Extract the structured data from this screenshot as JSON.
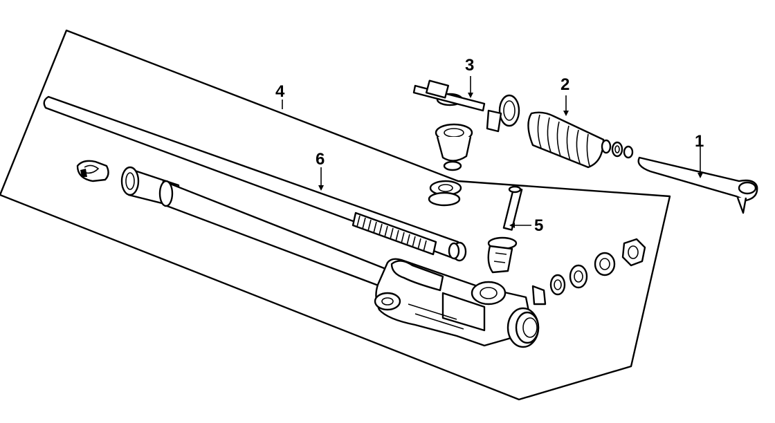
{
  "diagram": {
    "callouts": [
      {
        "id": "1"
      },
      {
        "id": "2"
      },
      {
        "id": "3"
      },
      {
        "id": "4"
      },
      {
        "id": "5"
      },
      {
        "id": "6"
      }
    ]
  }
}
